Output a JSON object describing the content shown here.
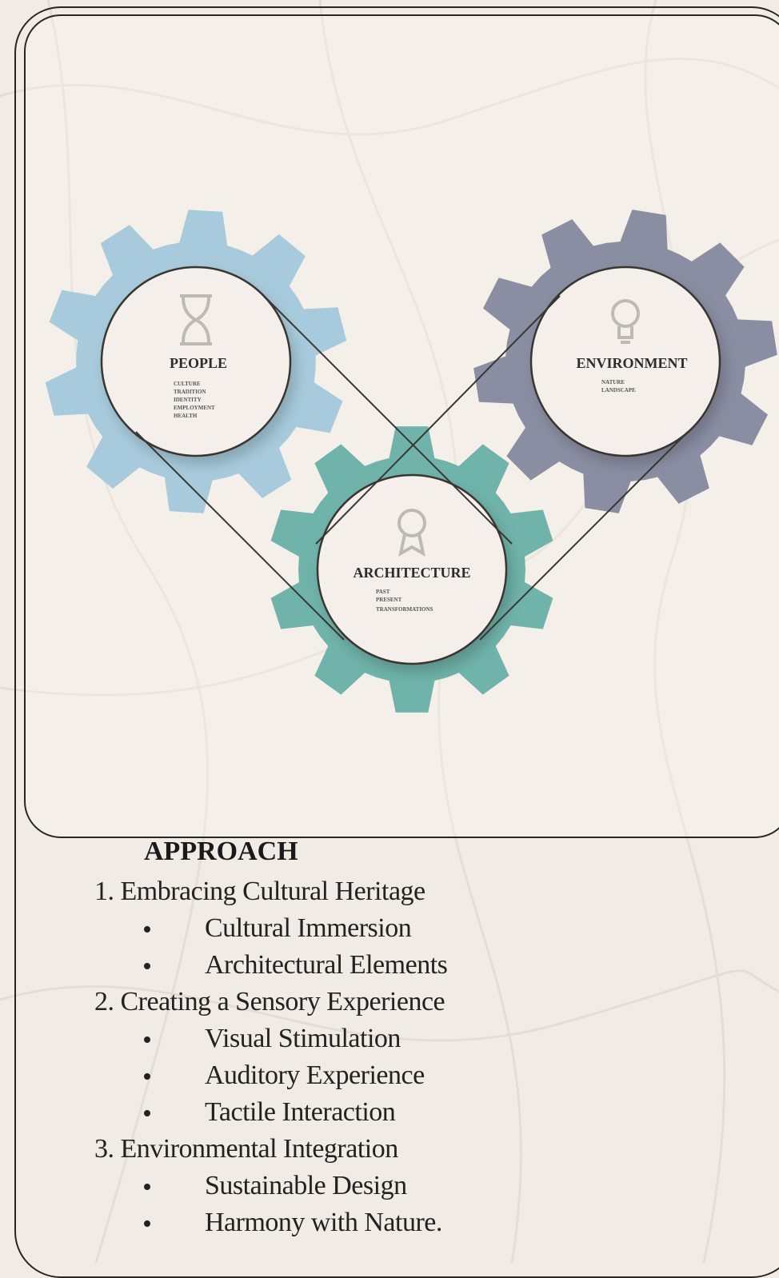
{
  "colors": {
    "people": "#a7cbdc",
    "environment": "#8a8ea2",
    "architecture": "#6fb3aa",
    "background": "#f1ebe5",
    "border": "#2a2522"
  },
  "gears": [
    {
      "id": "people",
      "title": "PEOPLE",
      "icon": "hourglass-icon",
      "sub": [
        "CULTURE",
        "TRADITION",
        "IDENTITY",
        "EMPLOYMENT",
        "HEALTH"
      ]
    },
    {
      "id": "environment",
      "title": "ENVIRONMENT",
      "icon": "lightbulb-icon",
      "sub": [
        "NATURE",
        "LANDSCAPE"
      ]
    },
    {
      "id": "architecture",
      "title": "ARCHITECTURE",
      "icon": "medal-icon",
      "sub": [
        "PAST",
        "PRESENT",
        "TRANSFORMATIONS"
      ]
    }
  ],
  "approach": {
    "heading": "APPROACH",
    "sections": [
      {
        "label": "1. Embracing Cultural Heritage",
        "items": [
          "Cultural Immersion",
          "Architectural Elements"
        ]
      },
      {
        "label": "2. Creating a Sensory Experience",
        "items": [
          "Visual Stimulation",
          "Auditory Experience",
          "Tactile Interaction"
        ]
      },
      {
        "label": "3. Environmental Integration",
        "items": [
          "Sustainable Design",
          "Harmony with Nature."
        ]
      }
    ]
  }
}
